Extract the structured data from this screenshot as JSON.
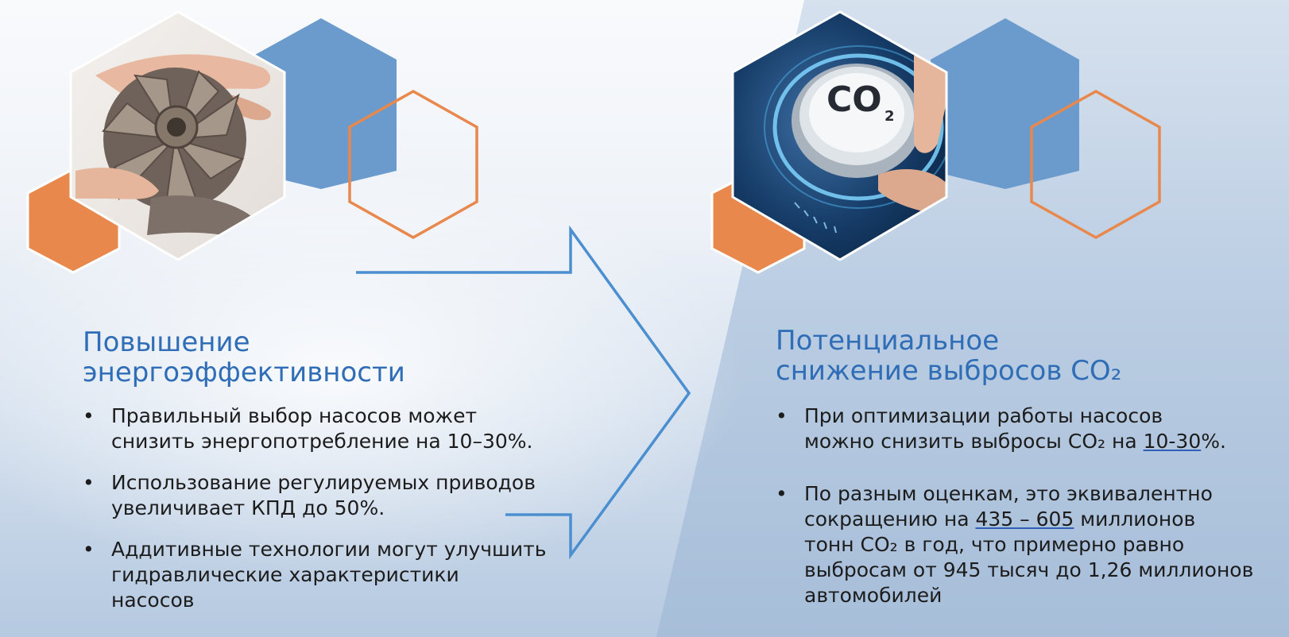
{
  "colors": {
    "accent_blue": "#2f6db6",
    "hex_blue": "#6b9bcd",
    "hex_orange": "#e8884d",
    "arrow_blue": "#4b8fd0"
  },
  "left": {
    "heading_line1": "Повышение",
    "heading_line2": "энергоэффективности",
    "bullets": [
      {
        "l1": "Правильный выбор насосов может",
        "l2": "снизить энергопотребление на 10–30%."
      },
      {
        "l1": "Использование регулируемых приводов",
        "l2": "увеличивает КПД до 50%."
      },
      {
        "l1": "Аддитивные технологии могут улучшить",
        "l2": "гидравлические характеристики",
        "l3": "насосов"
      }
    ]
  },
  "right": {
    "heading_line1": "Потенциальное",
    "heading_line2": "снижение выбросов CO₂",
    "bullet1": {
      "l1": "При оптимизации работы насосов",
      "l2_pre": "можно снизить выбросы CO₂ на ",
      "l2_u": "10-30",
      "l2_post": "%."
    },
    "bullet2": {
      "l1": "По разным оценкам, это эквивалентно",
      "l2_pre": "сокращению на ",
      "l2_u": "435 – 605",
      "l2_post": " миллионов",
      "l3": "тонн CO₂ в год, что примерно равно",
      "l4": "выбросам от 945 тысяч до 1,26 миллионов",
      "l5": "автомобилей"
    }
  },
  "images": {
    "co2_knob_label": "CO",
    "co2_knob_sub": "2"
  }
}
